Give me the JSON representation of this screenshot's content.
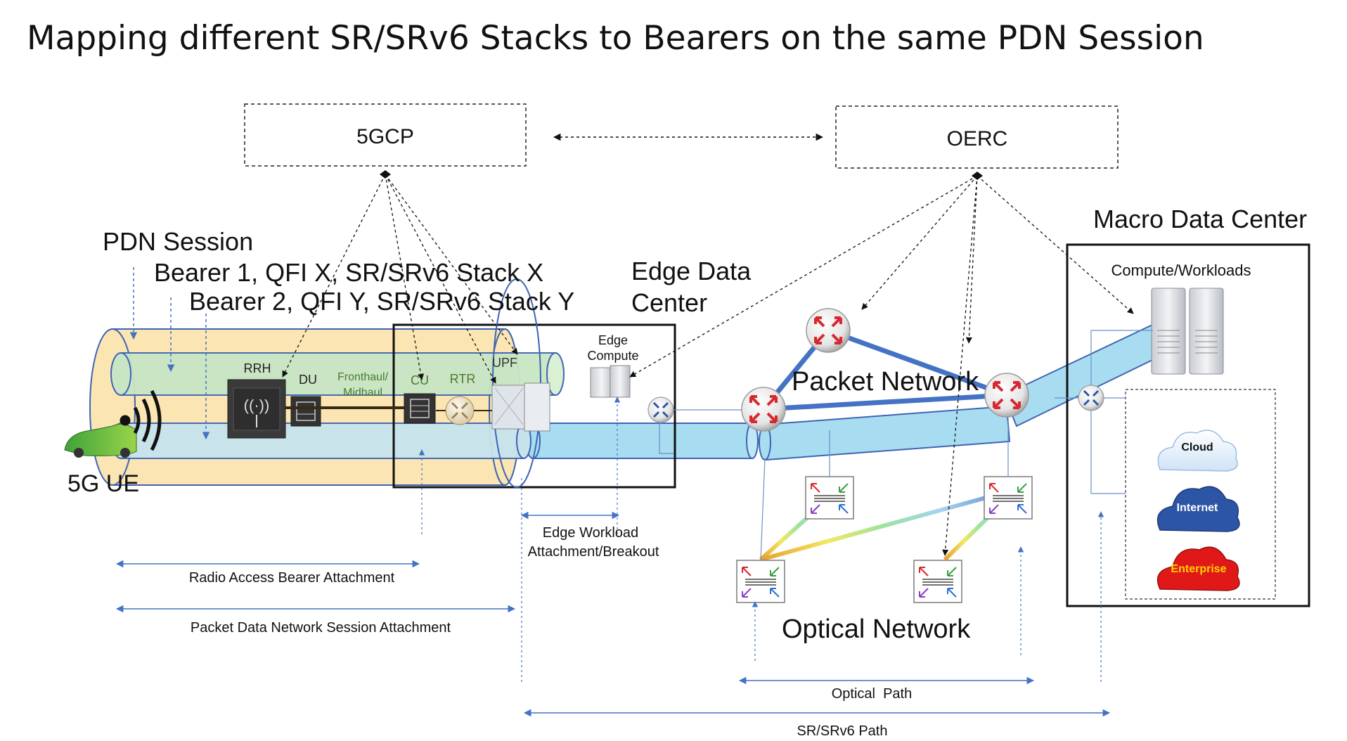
{
  "title": "Mapping different SR/SRv6 Stacks to Bearers on the same PDN Session",
  "controllers": {
    "left": "5GCP",
    "right": "OERC"
  },
  "session": {
    "pdn": "PDN Session",
    "bearer1": "Bearer 1, QFI X, SR/SRv6 Stack X",
    "bearer2": "Bearer 2, QFI Y, SR/SRv6 Stack Y",
    "ue": "5G UE"
  },
  "ran": {
    "rrh": "RRH",
    "du": "DU",
    "fronthaul_1": "Fronthaul/",
    "fronthaul_2": "Midhaul",
    "cu": "CU",
    "rtr": "RTR"
  },
  "edge": {
    "title_1": "Edge Data",
    "title_2": "Center",
    "upf": "UPF",
    "compute_1": "Edge",
    "compute_2": "Compute"
  },
  "packet_network": "Packet Network",
  "optical_network": "Optical Network",
  "macro_dc": {
    "title": "Macro Data Center",
    "compute": "Compute/Workloads",
    "clouds": [
      "Cloud",
      "Internet",
      "Enterprise"
    ]
  },
  "spans": {
    "rab": "Radio Access Bearer Attachment",
    "pdn_attach": "Packet Data Network Session Attachment",
    "edge_workload_1": "Edge Workload",
    "edge_workload_2": "Attachment/Breakout",
    "optical_path": "Optical  Path",
    "srv6_path": "SR/SRv6 Path"
  },
  "colors": {
    "pdn_tube": "#fbe5b2",
    "bearer1_tube": "#c8e6c4",
    "bearer2_tube": "#c6e3ec",
    "sr_tube": "#a8dcf0",
    "tube_edge": "#3f64b4",
    "packet_link": "#4472c4",
    "arrow": "#4472c4",
    "router_red": "#d9272e",
    "internet": "#2d55a5",
    "enterprise": "#e01818"
  }
}
